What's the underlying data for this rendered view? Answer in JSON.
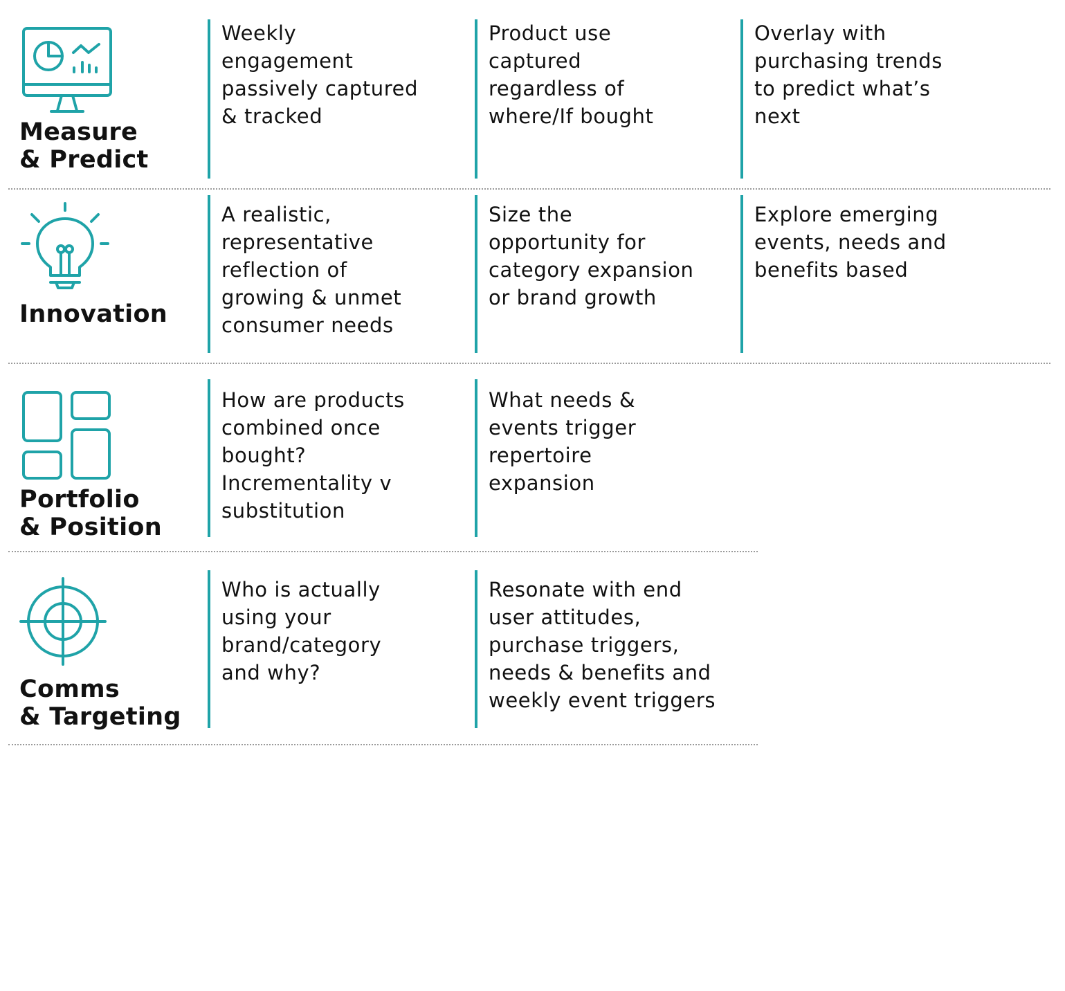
{
  "accent_color": "#1fa3a8",
  "rows": [
    {
      "category": {
        "label_line1": "Measure",
        "label_line2": "& Predict",
        "icon": "monitor-chart-icon"
      },
      "cells": [
        "Weekly\nengagement\npassively captured\n& tracked",
        "Product use\ncaptured\nregardless of\nwhere/If bought",
        "Overlay with\npurchasing trends\nto predict what’s\nnext"
      ]
    },
    {
      "category": {
        "label_line1": "Innovation",
        "label_line2": "",
        "icon": "lightbulb-icon"
      },
      "cells": [
        "A realistic,\nrepresentative\nreflection of\ngrowing & unmet\nconsumer needs",
        "Size the\nopportunity for\ncategory expansion\nor brand growth",
        "Explore emerging\nevents, needs and\nbenefits based"
      ]
    },
    {
      "category": {
        "label_line1": "Portfolio",
        "label_line2": "& Position",
        "icon": "portfolio-grid-icon"
      },
      "cells": [
        "How are products\ncombined once\nbought?\nIncrementality v\nsubstitution",
        "What needs &\nevents trigger\nrepertoire\nexpansion"
      ]
    },
    {
      "category": {
        "label_line1": "Comms",
        "label_line2": "& Targeting",
        "icon": "crosshair-target-icon"
      },
      "cells": [
        "Who is actually\nusing your\nbrand/category\nand why?",
        "Resonate with end\nuser attitudes,\npurchase triggers,\nneeds & benefits and\nweekly event triggers"
      ]
    }
  ]
}
